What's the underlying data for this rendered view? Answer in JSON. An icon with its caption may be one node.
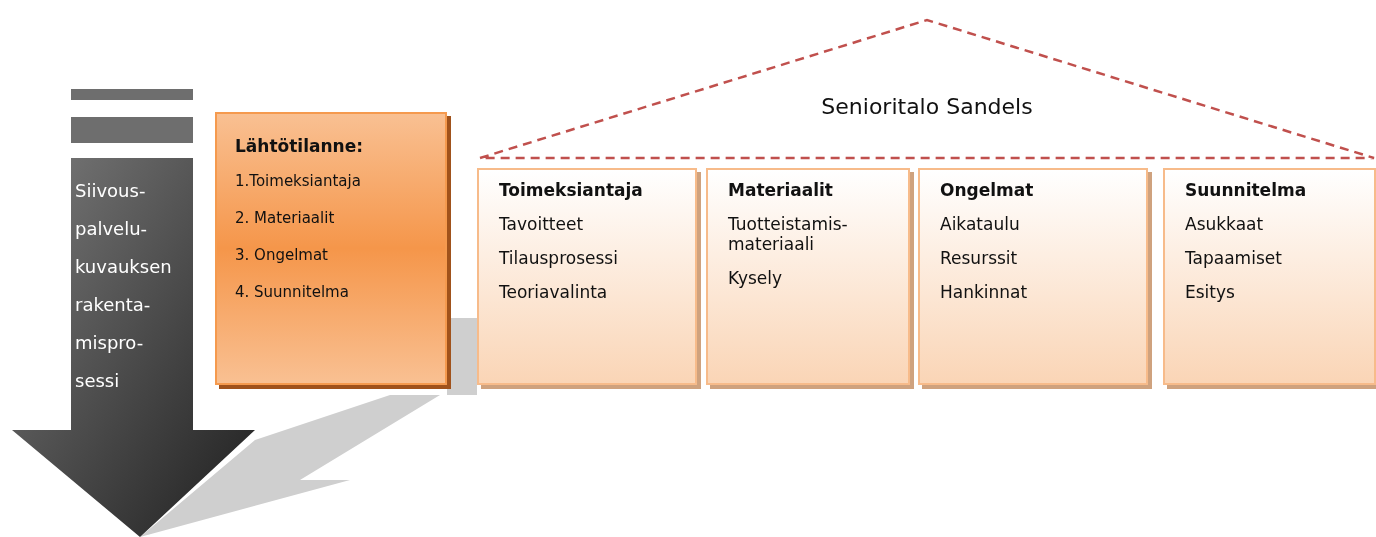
{
  "diagram": {
    "nodes": [
      {
        "text": [
          "Siivous- palvelu- kuvauksen rakenta- mispro- sessi"
        ]
      },
      {
        "text": [
          "Lähtötilanne:",
          "1.Toimeksiantaja",
          "2. Materiaalit",
          "3. Ongelmat",
          "4. Suunnitelma"
        ]
      },
      {
        "text": [
          "Senioritalo Sandels"
        ]
      },
      {
        "text": [
          "Toimeksiantaja",
          "Tavoitteet",
          "Tilausprosessi",
          "Teoriavalinta"
        ]
      },
      {
        "text": [
          "Materiaalit",
          "Tuotteistamis- materiaali",
          "Kysely"
        ]
      },
      {
        "text": [
          "Ongelmat",
          "Aikataulu",
          "Resurssit",
          "Hankinnat"
        ]
      },
      {
        "text": [
          "Suunnitelma",
          "Asukkaat",
          "Tapaamiset",
          "Esitys"
        ]
      }
    ]
  }
}
